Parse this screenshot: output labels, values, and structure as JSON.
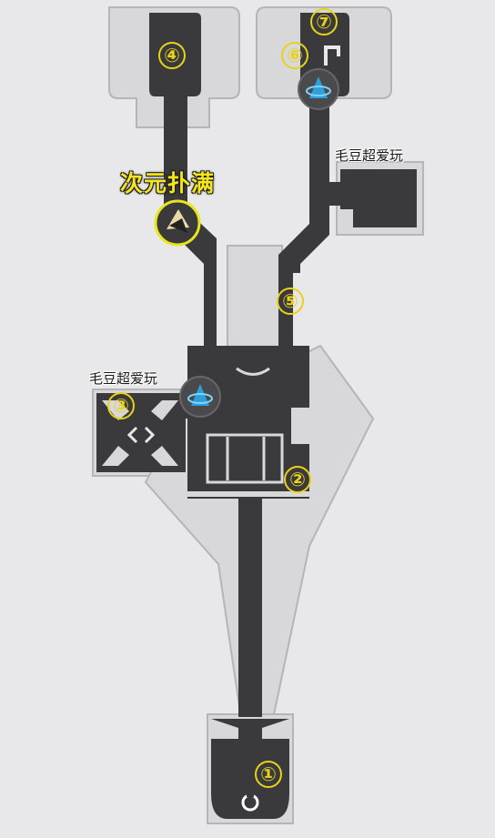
{
  "map": {
    "colors": {
      "background": "#e8e8ea",
      "outer_area": "#d6d6d8",
      "corridor": "#3a3a3c",
      "marker_yellow": "#e8d21a",
      "label_yellow": "#f5e51b"
    },
    "points": [
      {
        "id": "p1",
        "label": "①"
      },
      {
        "id": "p2",
        "label": "②"
      },
      {
        "id": "p3",
        "label": "③"
      },
      {
        "id": "p4",
        "label": "④"
      },
      {
        "id": "p5",
        "label": "⑤"
      },
      {
        "id": "p6",
        "label": "⑥"
      },
      {
        "id": "p7",
        "label": "⑦"
      }
    ],
    "labels": {
      "treasure_label": "次元扑满",
      "watermark_top": "毛豆超爱玩",
      "watermark_left": "毛豆超爱玩"
    },
    "icons": {
      "teleport": "teleport-anchor-icon",
      "treasure": "treasure-icon",
      "exit": "exit-ring-icon"
    }
  }
}
